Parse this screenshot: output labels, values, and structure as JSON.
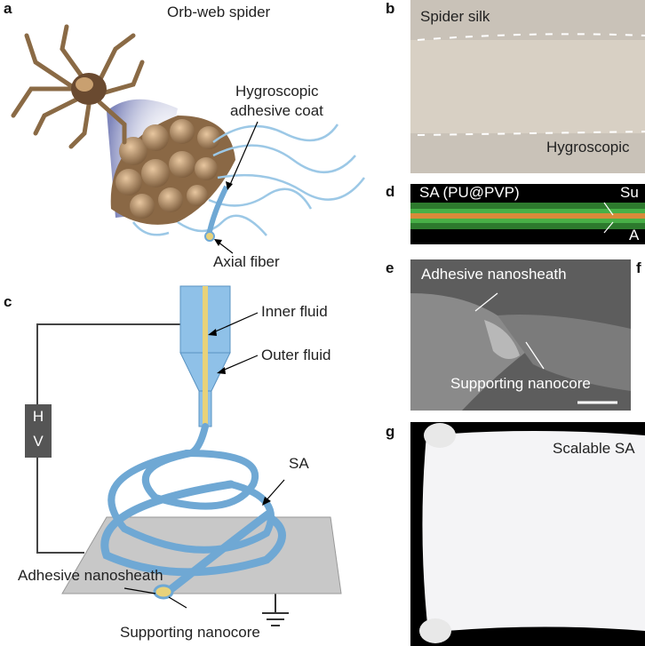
{
  "panels": {
    "a": {
      "label": "a",
      "title": "Orb-web spider",
      "callout_coat": "Hygroscopic\nadhesive coat",
      "callout_coat_l1": "Hygroscopic",
      "callout_coat_l2": "adhesive coat",
      "callout_fiber": "Axial fiber"
    },
    "b": {
      "label": "b",
      "top_text": "Spider silk",
      "bottom_text": "Hygroscopic"
    },
    "c": {
      "label": "c",
      "inner": "Inner fluid",
      "outer": "Outer fluid",
      "hv_h": "H",
      "hv_v": "V",
      "sa": "SA",
      "sheath": "Adhesive nanosheath",
      "core": "Supporting nanocore"
    },
    "d": {
      "label": "d",
      "left_text": "SA (PU@PVP)",
      "right_top": "Su",
      "right_bottom": "A"
    },
    "e": {
      "label": "e",
      "sheath": "Adhesive nanosheath",
      "core": "Supporting nanocore"
    },
    "f": {
      "label": "f"
    },
    "g": {
      "label": "g",
      "text": "Scalable SA"
    }
  },
  "colors": {
    "fiber_blue": "#9cc8e6",
    "fiber_core": "#e8d27a",
    "hv_box": "#555555",
    "silk_bg": "#c9c2b8",
    "d_green": "#3a9a3a",
    "d_orange": "#d88a3a"
  }
}
